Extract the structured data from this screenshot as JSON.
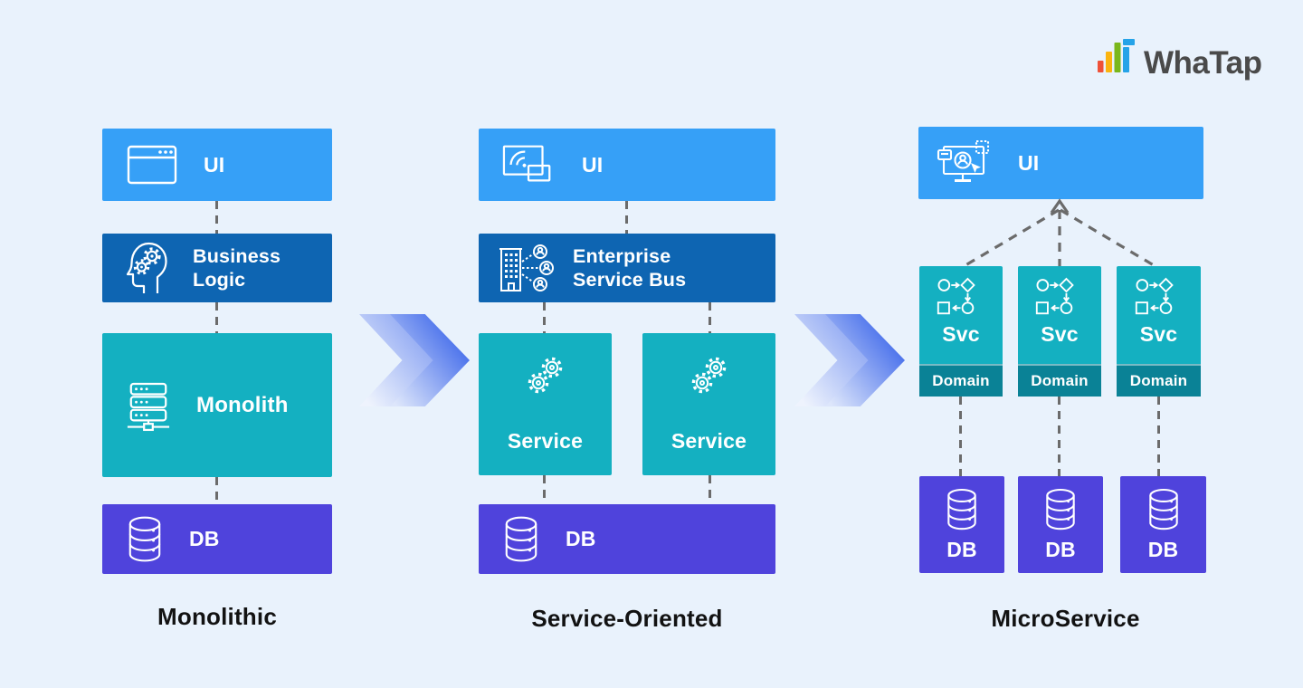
{
  "logo": {
    "text": "WhaTap",
    "bar_colors": [
      "#ef5138",
      "#fbb40f",
      "#7ab71b",
      "#25a3e8"
    ],
    "text_color": "#4a4a4a"
  },
  "colors": {
    "background": "#e9f2fc",
    "ui_blue": "#36a0f7",
    "dark_blue": "#0e65b2",
    "teal": "#14b0c1",
    "domain_teal": "#0a8296",
    "db_purple": "#4f43dc",
    "connector_gray": "#6b6b6b",
    "label_dark": "#121212",
    "arrow_gradient_light": "#dde6fb",
    "arrow_gradient_dark": "#2a58e8"
  },
  "icons": [
    "browser-window-icon",
    "head-gears-icon",
    "server-rack-icon",
    "database-icon",
    "screen-wireless-icon",
    "building-users-icon",
    "gears-icon",
    "monitor-user-icon",
    "flowchart-icon",
    "logo-bars-icon",
    "chevron-arrow",
    "up-arrowhead"
  ],
  "columns": [
    {
      "label": "Monolithic",
      "ui": "UI",
      "business_logic": "Business Logic",
      "monolith": "Monolith",
      "db": "DB"
    },
    {
      "label": "Service-Oriented",
      "ui": "UI",
      "esb": "Enterprise Service Bus",
      "service": "Service",
      "db": "DB"
    },
    {
      "label": "MicroService",
      "ui": "UI",
      "svc": "Svc",
      "domain": "Domain",
      "db": "DB"
    }
  ]
}
